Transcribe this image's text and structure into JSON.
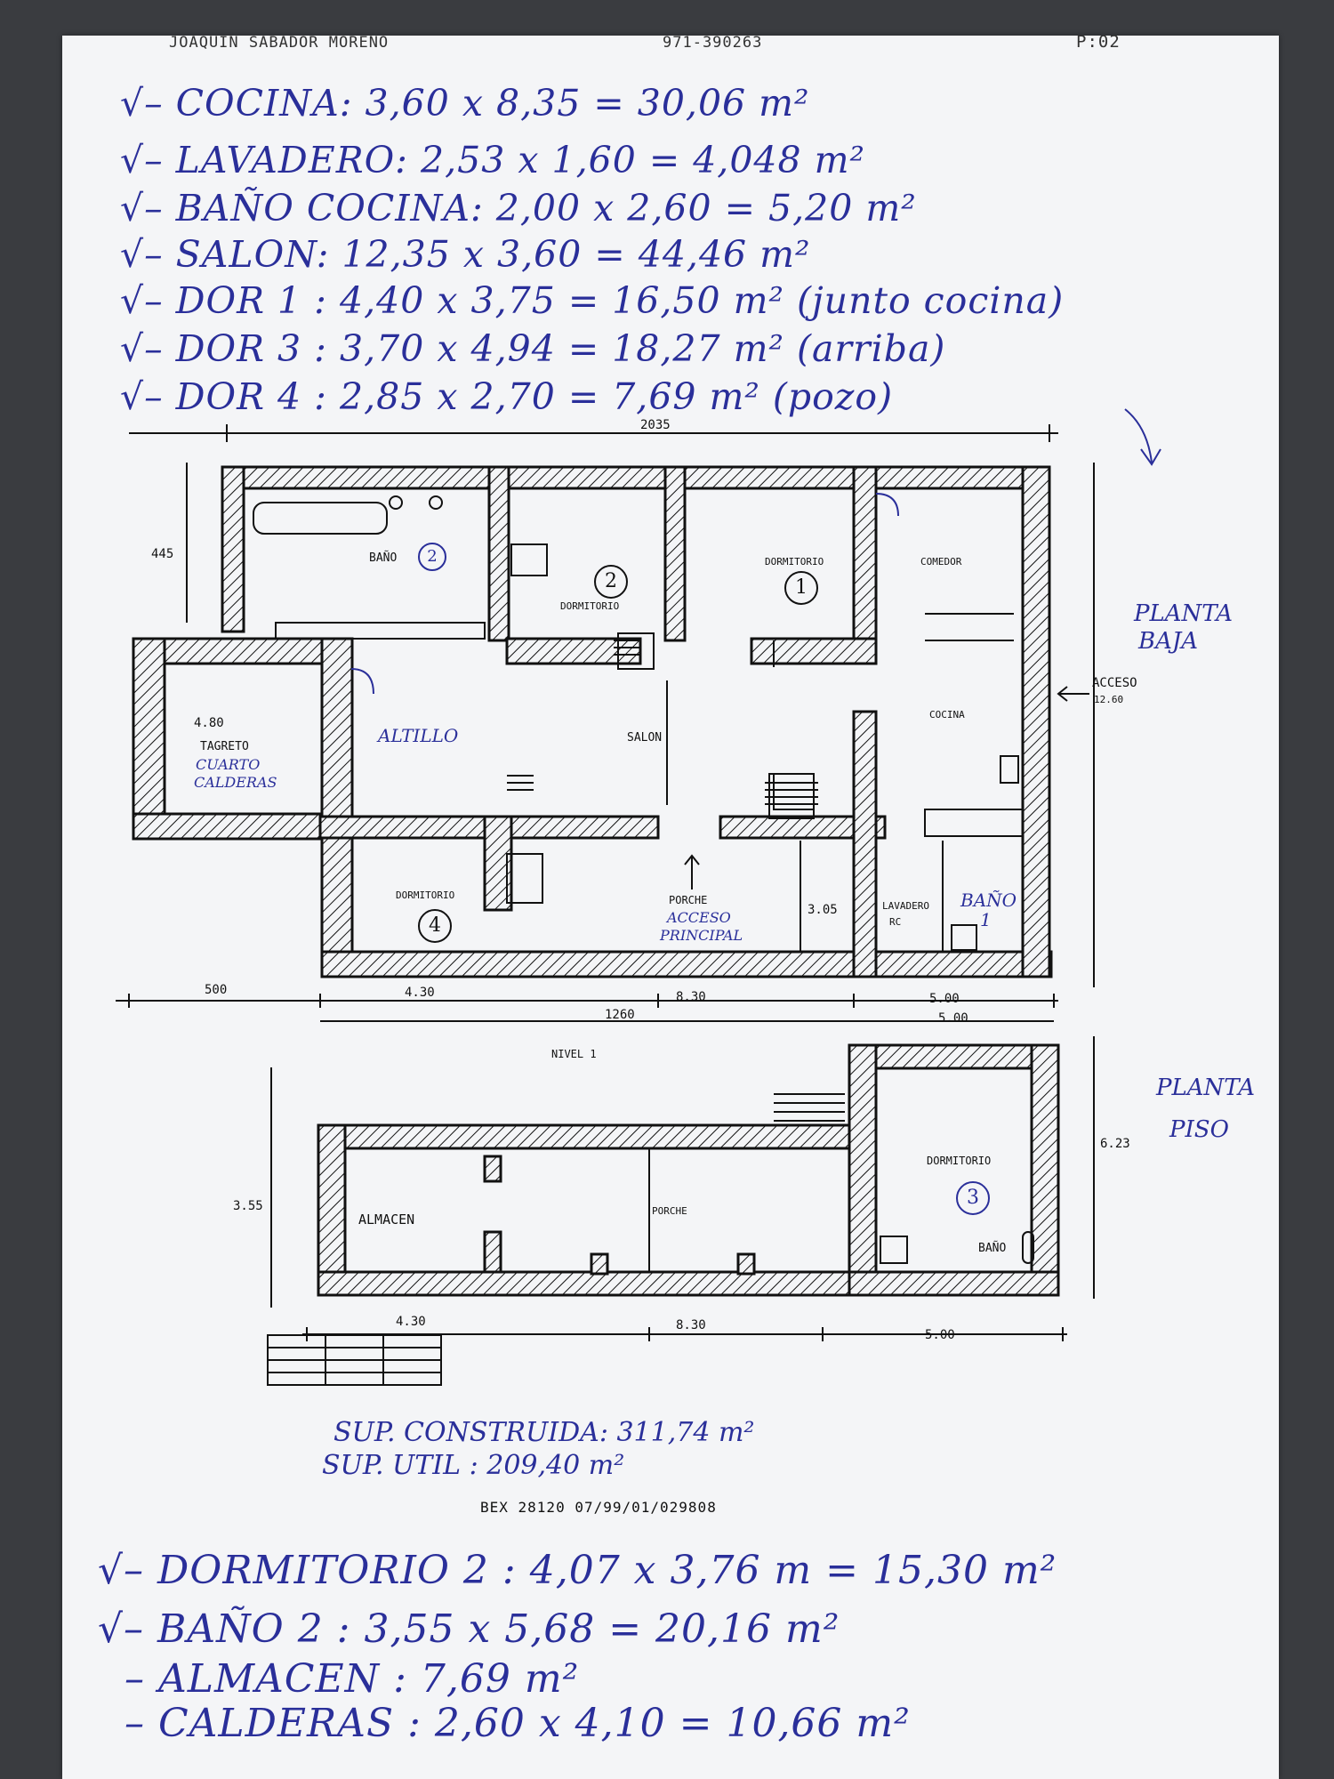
{
  "header": {
    "name": "JOAQUIN SABADOR MORENO",
    "phone": "971-390263",
    "page": "P:02"
  },
  "areas": [
    {
      "check": "√",
      "text": "– COCINA: 3,60 x 8,35 = 30,06 m²"
    },
    {
      "check": "√",
      "text": "– LAVADERO: 2,53 x 1,60 = 4,048 m²"
    },
    {
      "check": "√",
      "text": "– BAÑO COCINA: 2,00 x 2,60 = 5,20 m²"
    },
    {
      "check": "√",
      "text": "– SALON: 12,35 x 3,60 = 44,46 m²"
    },
    {
      "check": "√",
      "text": "– DOR 1 : 4,40 x 3,75 = 16,50 m² (junto cocina)"
    },
    {
      "check": "√",
      "text": "– DOR 3 : 3,70 x 4,94 = 18,27 m² (arriba)"
    },
    {
      "check": "√",
      "text": "– DOR 4 : 2,85 x 2,70 = 7,69 m² (pozo)"
    }
  ],
  "plan": {
    "dims": {
      "top_total": "2035",
      "left_height": "445",
      "bottom_a": "500",
      "bottom_b": "4.30",
      "bottom_c": "8.30",
      "bottom_d": "5.00",
      "bottom_e": "1260",
      "bottom_f": "5.00",
      "upper_h1": "3.55",
      "upper_h2": "6.23",
      "upper_b1": "4.30",
      "upper_b2": "8.30",
      "upper_b3": "5.00",
      "porch_h": "3.05",
      "acceso_dim": "12.60",
      "tagra_dim": "4.80"
    },
    "rooms": {
      "bano": "BAÑO",
      "bano_num": "2",
      "dorm2": "DORMITORIO",
      "dorm2_num": "2",
      "dorm1": "DORMITORIO",
      "dorm1_num": "1",
      "comedor": "COMEDOR",
      "altillo": "ALTILLO",
      "salon": "SALON",
      "cocina": "COCINA",
      "tagra_a": "TAGRETO",
      "tagra_b": "CUARTO",
      "tagra_c": "CALDERAS",
      "dorm4": "DORMITORIO",
      "dorm4_num": "4",
      "porche": "PORCHE",
      "acceso_p1": "ACCESO",
      "acceso_p2": "PRINCIPAL",
      "lavadero": "LAVADERO",
      "lav_sub": "RC",
      "bano1": "BAÑO",
      "bano1_num": "1",
      "nivel": "NIVEL 1",
      "almacen": "ALMACEN",
      "porche2": "PORCHE",
      "dorm3": "DORMITORIO",
      "dorm3_num": "3",
      "bano3": "BAÑO",
      "acceso": "ACCESO"
    },
    "side_labels": {
      "planta_baja_1": "PLANTA",
      "planta_baja_2": "BAJA",
      "planta_piso_1": "PLANTA",
      "planta_piso_2": "PISO"
    }
  },
  "totals": {
    "construida": "SUP. CONSTRUIDA: 311,74 m²",
    "util": "SUP. UTIL : 209,40 m²"
  },
  "stamp": "BEX 28120 07/99/01/029808",
  "footer_areas": [
    {
      "check": "√",
      "text": "– DORMITORIO 2 : 4,07 x 3,76 m = 15,30 m²"
    },
    {
      "check": "√",
      "text": "– BAÑO 2 : 3,55 x 5,68 = 20,16 m²"
    },
    {
      "check": "",
      "text": "– ALMACEN : 7,69 m²"
    },
    {
      "check": "",
      "text": "– CALDERAS : 2,60 x 4,10 = 10,66 m²"
    }
  ]
}
